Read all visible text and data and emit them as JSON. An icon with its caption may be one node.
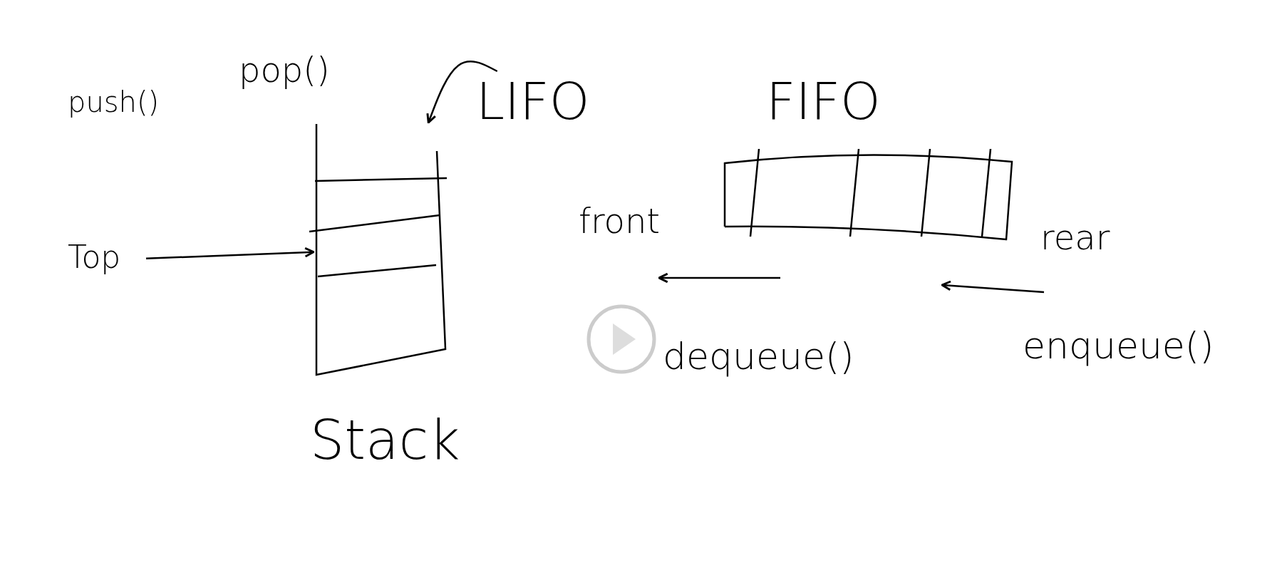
{
  "diagram": {
    "nodes": [
      {
        "text": [
          "push()"
        ]
      },
      {
        "text": [
          "pop()"
        ]
      },
      {
        "text": [],
        "shape": "box",
        "beside": [
          "Stack"
        ]
      },
      {
        "text": [
          "Top"
        ]
      },
      {
        "text": [
          "LIFO"
        ]
      },
      {
        "text": [
          "FIFO"
        ]
      },
      {
        "text": [],
        "shape": "box"
      },
      {
        "text": [
          "front"
        ]
      },
      {
        "text": [
          "rear"
        ]
      },
      {
        "text": [
          "dequeue()"
        ]
      },
      {
        "text": [
          "enqueue()"
        ]
      }
    ],
    "edges": [
      {
        "from": 3,
        "to": 2,
        "arrow": "to"
      },
      {
        "from": 4,
        "to": 2,
        "arrow": "to"
      }
    ]
  }
}
